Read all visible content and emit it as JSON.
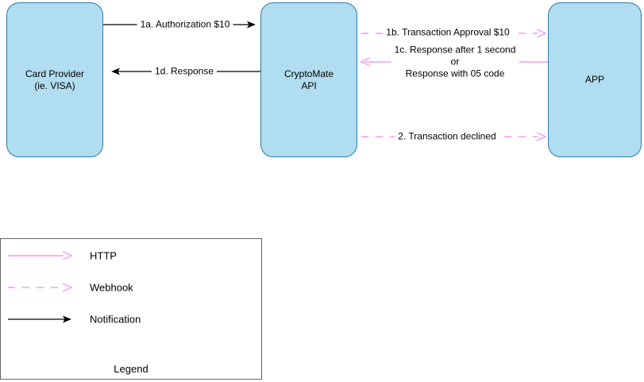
{
  "diagram": {
    "nodes": [
      {
        "id": "card-provider",
        "label_lines": [
          "Card Provider",
          "(ie. VISA)"
        ]
      },
      {
        "id": "cryptomate-api",
        "label_lines": [
          "CryptoMate",
          "API"
        ]
      },
      {
        "id": "app",
        "label": "APP"
      }
    ],
    "edges": [
      {
        "id": "1a",
        "label": "1a. Authorization $10",
        "type": "notification",
        "from": "card-provider",
        "to": "cryptomate-api"
      },
      {
        "id": "1d",
        "label": "1d. Response",
        "type": "notification",
        "from": "cryptomate-api",
        "to": "card-provider"
      },
      {
        "id": "1b",
        "label": "1b. Transaction Approval $10",
        "type": "webhook",
        "from": "cryptomate-api",
        "to": "app"
      },
      {
        "id": "1c",
        "label_lines": [
          "1c. Response after 1 second",
          "or",
          "Response with 05 code"
        ],
        "type": "http",
        "from": "app",
        "to": "cryptomate-api"
      },
      {
        "id": "2",
        "label": "2. Transaction declined",
        "type": "webhook",
        "from": "cryptomate-api",
        "to": "app"
      }
    ]
  },
  "legend": {
    "title": "Legend",
    "items": [
      {
        "label": "HTTP",
        "line_style": "solid",
        "color": "#f799f0"
      },
      {
        "label": "Webhook",
        "line_style": "dashed",
        "color": "#f799f0"
      },
      {
        "label": "Notification",
        "line_style": "solid",
        "color": "#000000"
      }
    ]
  },
  "colors": {
    "node_fill": "#b1ddf0",
    "node_border": "#2e7ca3",
    "arrow_pink": "#f799f0",
    "arrow_black": "#000000",
    "legend_border": "#666666",
    "background": "#ffffff"
  }
}
